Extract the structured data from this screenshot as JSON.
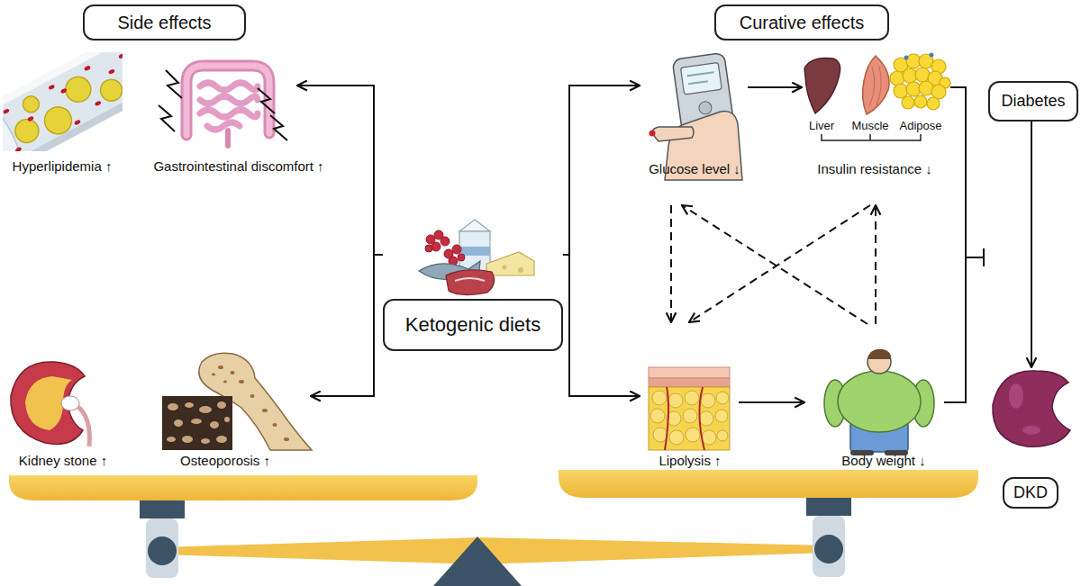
{
  "diagram": {
    "nodes": [
      {
        "text": [
          "Side effects"
        ]
      },
      {
        "text": [
          "Curative effects"
        ]
      },
      {
        "text": [
          "Hyperlipidemia ↑"
        ]
      },
      {
        "text": [
          "Gastrointestinal discomfort ↑"
        ]
      },
      {
        "text": [
          "Glucose level ↓"
        ]
      },
      {
        "text": [
          "Insulin resistance ↓"
        ]
      },
      {
        "text": [
          "Diabetes"
        ]
      },
      {
        "text": [
          "Ketogenic diets"
        ]
      },
      {
        "text": [
          "Kidney stone ↑"
        ]
      },
      {
        "text": [
          "Osteoporosis ↑"
        ]
      },
      {
        "text": [
          "Lipolysis ↑"
        ]
      },
      {
        "text": [
          "Body weight ↓"
        ]
      },
      {
        "text": [
          "DKD"
        ]
      }
    ],
    "edges": [
      {
        "from": 7,
        "to": 3,
        "arrow": "to"
      },
      {
        "from": 7,
        "to": 9,
        "arrow": "to"
      },
      {
        "from": 7,
        "to": 4,
        "arrow": "to"
      },
      {
        "from": 7,
        "to": 10,
        "arrow": "to"
      },
      {
        "from": 4,
        "to": 5,
        "arrow": "to"
      },
      {
        "from": 10,
        "to": 11,
        "arrow": "to"
      },
      {
        "from": 4,
        "to": 10,
        "arrow": "to"
      },
      {
        "from": 5,
        "to": 10,
        "arrow": "to"
      },
      {
        "from": 11,
        "to": 4,
        "arrow": "to"
      },
      {
        "from": 11,
        "to": 5,
        "arrow": "to"
      },
      {
        "from": 6,
        "to": 12,
        "arrow": "to"
      }
    ],
    "labels": [
      "Liver",
      "Muscle",
      "Adipose"
    ]
  }
}
